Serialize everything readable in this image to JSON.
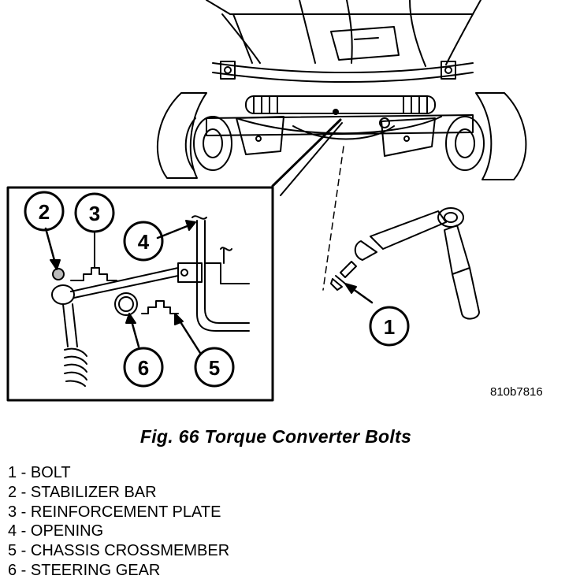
{
  "figure": {
    "code": "810b7816",
    "caption": "Fig. 66 Torque Converter Bolts",
    "callouts": [
      {
        "num": "1"
      },
      {
        "num": "2"
      },
      {
        "num": "3"
      },
      {
        "num": "4"
      },
      {
        "num": "5"
      },
      {
        "num": "6"
      }
    ]
  },
  "legend": [
    {
      "text": "1 - BOLT"
    },
    {
      "text": "2 - STABILIZER BAR"
    },
    {
      "text": "3 - REINFORCEMENT PLATE"
    },
    {
      "text": "4 - OPENING"
    },
    {
      "text": "5 - CHASSIS CROSSMEMBER"
    },
    {
      "text": "6 - STEERING GEAR"
    }
  ]
}
